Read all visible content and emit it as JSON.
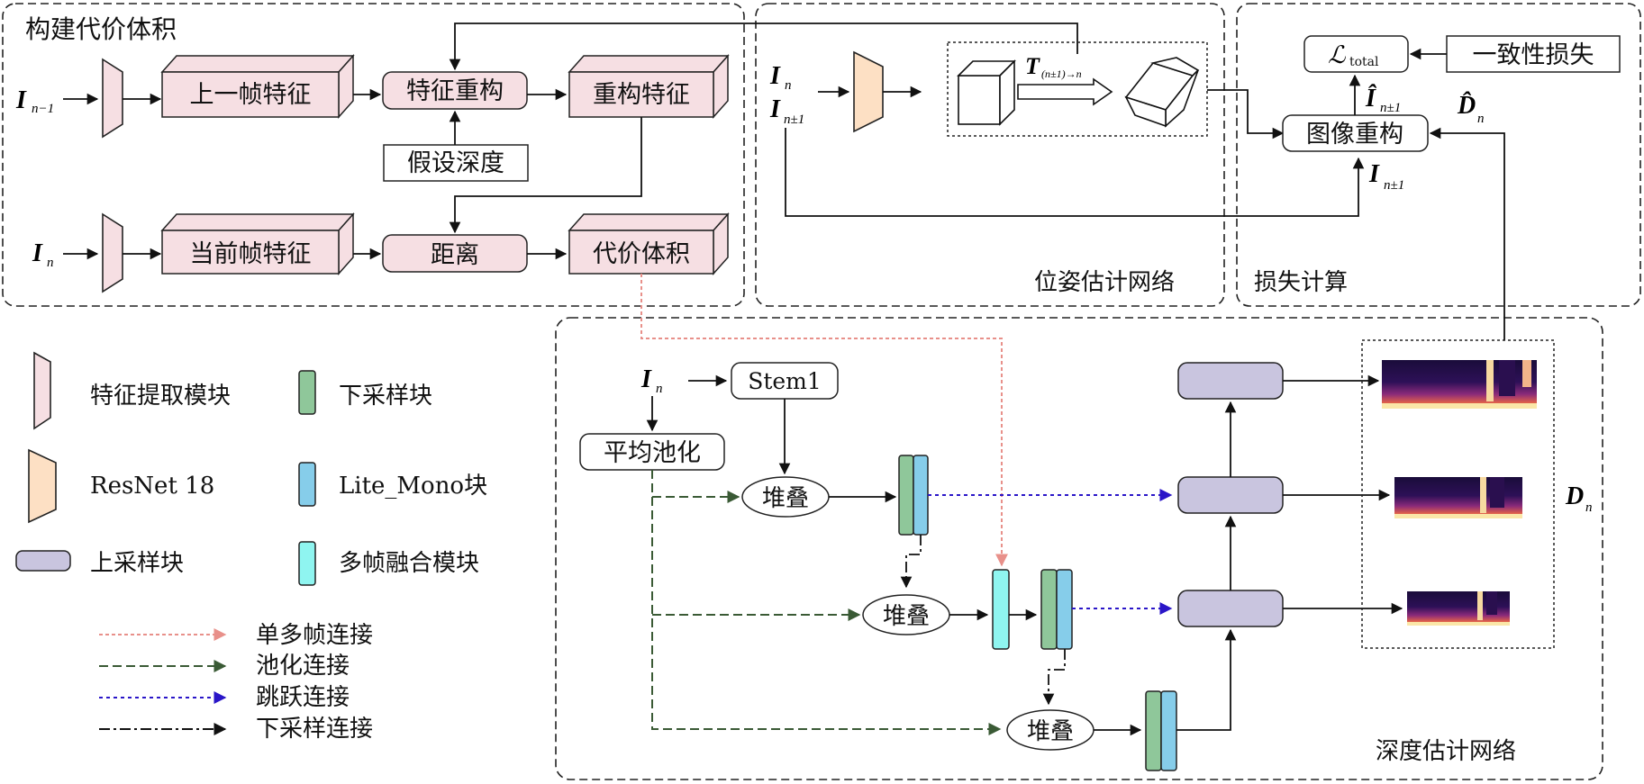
{
  "panels": {
    "cost_volume": "构建代价体积",
    "pose_net": "位姿估计网络",
    "loss": "损失计算",
    "depth_net": "深度估计网络"
  },
  "cost_volume": {
    "prev_feature": "上一帧特征",
    "feature_recon": "特征重构",
    "recon_feature": "重构特征",
    "hypo_depth": "假设深度",
    "curr_feature": "当前帧特征",
    "distance": "距离",
    "cost_volume": "代价体积"
  },
  "pose": {
    "transform_main": "T",
    "transform_sub": "(n±1)→n"
  },
  "loss": {
    "total_main": "ℒ",
    "total_sub": "total",
    "consistency": "一致性损失",
    "image_recon": "图像重构",
    "i_hat": "Î",
    "i_hat_sub": "n±1",
    "d_hat": "D̂",
    "d_hat_sub": "n",
    "i_sub_right": "n±1"
  },
  "depth": {
    "stem": "Stem1",
    "avg_pool": "平均池化",
    "stack": "堆叠",
    "d_label": "D",
    "d_sub": "n"
  },
  "inputs": {
    "I": "I",
    "prev_sub": "n−1",
    "n_sub": "n",
    "pm_sub": "n±1"
  },
  "legend": {
    "feature_extract": "特征提取模块",
    "resnet": "ResNet 18",
    "upsample": "上采样块",
    "downsample": "下采样块",
    "lite_mono": "Lite_Mono块",
    "fusion": "多帧融合模块",
    "single_multi": "单多帧连接",
    "pool_conn": "池化连接",
    "skip_conn": "跳跃连接",
    "down_conn": "下采样连接"
  },
  "colors": {
    "pink_box": "#f6dfe3",
    "resnet": "#fde0c4",
    "upsample": "#c9c5df",
    "downsample": "#8fc79a",
    "lite_mono": "#86cdea",
    "fusion": "#8ff5f0",
    "pink_arrow": "#e8908a",
    "green_arrow": "#3a5a35",
    "blue_arrow": "#2a16c8"
  }
}
